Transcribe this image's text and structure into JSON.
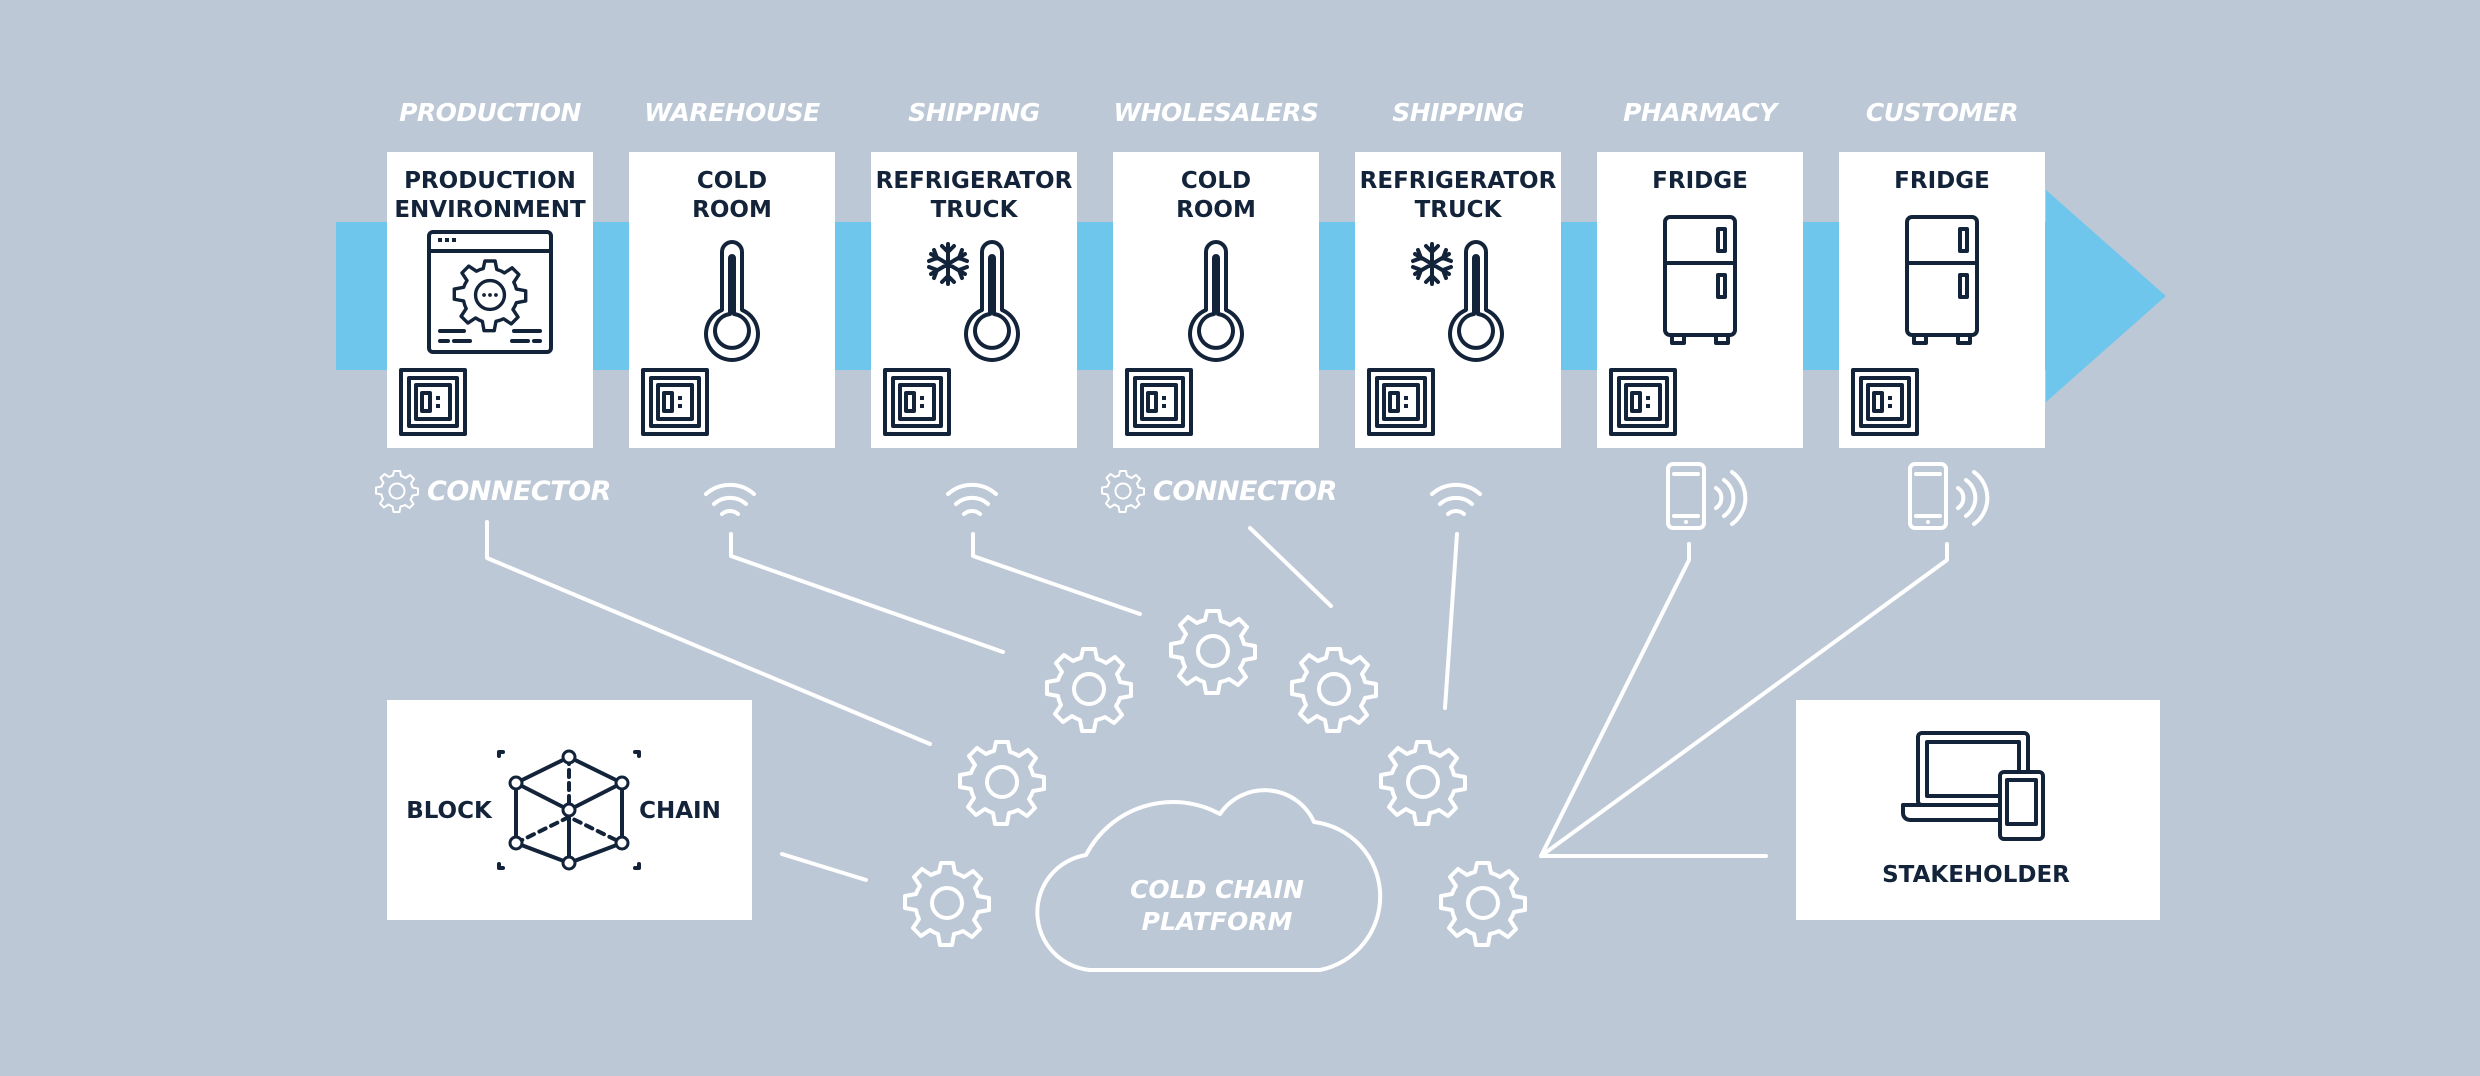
{
  "colors": {
    "background": "#bdc8d6",
    "flow_arrow": "#6ec6ec",
    "card": "#ffffff",
    "ink": "#13243a",
    "lines": "#ffffff"
  },
  "stages": [
    {
      "title": "PRODUCTION",
      "line1": "PRODUCTION",
      "line2": "ENVIRONMENT",
      "icon": "production-environment-icon",
      "link": "connector"
    },
    {
      "title": "WAREHOUSE",
      "line1": "COLD",
      "line2": "ROOM",
      "icon": "thermometer-icon",
      "link": "wifi"
    },
    {
      "title": "SHIPPING",
      "line1": "REFRIGERATOR",
      "line2": "TRUCK",
      "icon": "snowflake-thermometer-icon",
      "link": "wifi"
    },
    {
      "title": "WHOLESALERS",
      "line1": "COLD",
      "line2": "ROOM",
      "icon": "thermometer-icon",
      "link": "connector"
    },
    {
      "title": "SHIPPING",
      "line1": "REFRIGERATOR",
      "line2": "TRUCK",
      "icon": "snowflake-thermometer-icon",
      "link": "wifi"
    },
    {
      "title": "PHARMACY",
      "line1": "FRIDGE",
      "line2": "",
      "icon": "fridge-icon",
      "link": "nfc-phone"
    },
    {
      "title": "CUSTOMER",
      "line1": "FRIDGE",
      "line2": "",
      "icon": "fridge-icon",
      "link": "nfc-phone"
    }
  ],
  "connector_label": "CONNECTOR",
  "blockchain": {
    "left": "BLOCK",
    "right": "CHAIN",
    "icon": "blockchain-cube-icon"
  },
  "platform": {
    "line1": "COLD CHAIN",
    "line2": "PLATFORM",
    "icon": "cloud-icon"
  },
  "stakeholder": {
    "label": "STAKEHOLDER",
    "icon": "laptop-phone-icon"
  }
}
